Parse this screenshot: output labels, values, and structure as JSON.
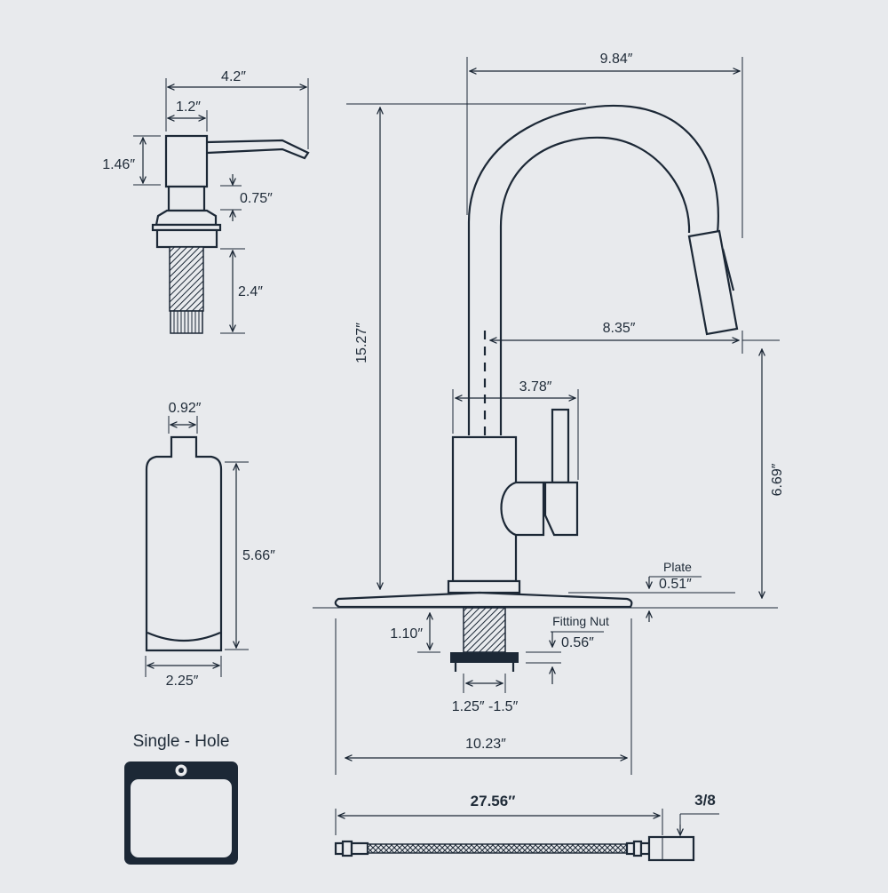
{
  "colors": {
    "background": "#e8eaed",
    "line": "#1c2836",
    "text": "#1f2b38"
  },
  "soap_dispenser": {
    "total_width": "4.2″",
    "pump_width": "1.2″",
    "pump_height": "1.46″",
    "collar_height": "0.75″",
    "shank_length": "2.4″"
  },
  "bottle": {
    "neck_width": "0.92″",
    "height": "5.66″",
    "width": "2.25″"
  },
  "faucet": {
    "reach_total": "9.84″",
    "height": "15.27″",
    "spout_reach": "8.35″",
    "handle_reach": "3.78″",
    "spout_clearance": "6.69″",
    "plate_label": "Plate",
    "plate_thickness": "0.51″",
    "mount_height": "1.10″",
    "fitting_nut_label": "Fitting Nut",
    "fitting_nut_value": "0.56″",
    "hole_diameter": "1.25″ -1.5″",
    "plate_width": "10.23″"
  },
  "single_hole": {
    "title": "Single - Hole"
  },
  "hose": {
    "length": "27.56″",
    "thread_size": "3/8"
  }
}
